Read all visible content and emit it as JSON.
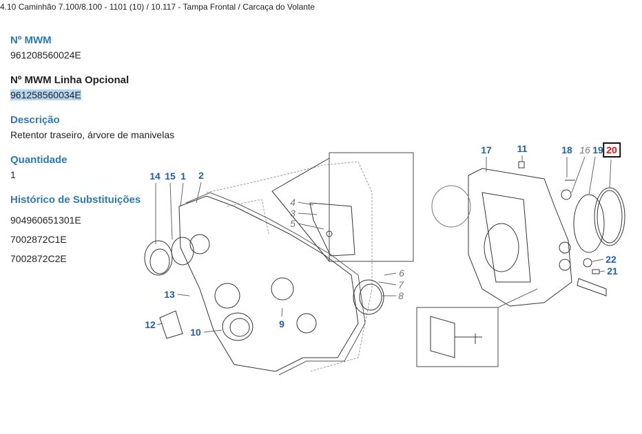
{
  "breadcrumb": "4.10 Caminhão 7.100/8.100 - 1101 (10)  /  10.117 - Tampa Frontal / Carcaça do Volante",
  "part": {
    "mwm_label": "Nº MWM",
    "mwm_value": "961208560024E",
    "optional_label": "Nº MWM Linha Opcional",
    "optional_value": "961258560034E",
    "description_label": "Descrição",
    "description_value": "Retentor traseiro, árvore de manivelas",
    "quantity_label": "Quantidade",
    "quantity_value": "1",
    "history_label": "Histórico de Substituições",
    "history": [
      "904960651301E",
      "7002872C1E",
      "7002872C2E"
    ]
  },
  "diagram": {
    "callouts": {
      "c14": "14",
      "c15": "15",
      "c1": "1",
      "c2": "2",
      "c4": "4",
      "c3": "3",
      "c5": "5",
      "c6": "6",
      "c7": "7",
      "c8": "8",
      "c13": "13",
      "c12": "12",
      "c10": "10",
      "c9": "9",
      "c17": "17",
      "c11": "11",
      "c18": "18",
      "c16": "16",
      "c19": "19",
      "c20": "20",
      "c22": "22",
      "c21": "21"
    },
    "selected_callout": "20",
    "colors": {
      "callout": "#1f5fa8",
      "selected": "#e11111",
      "muted": "#777777"
    }
  }
}
